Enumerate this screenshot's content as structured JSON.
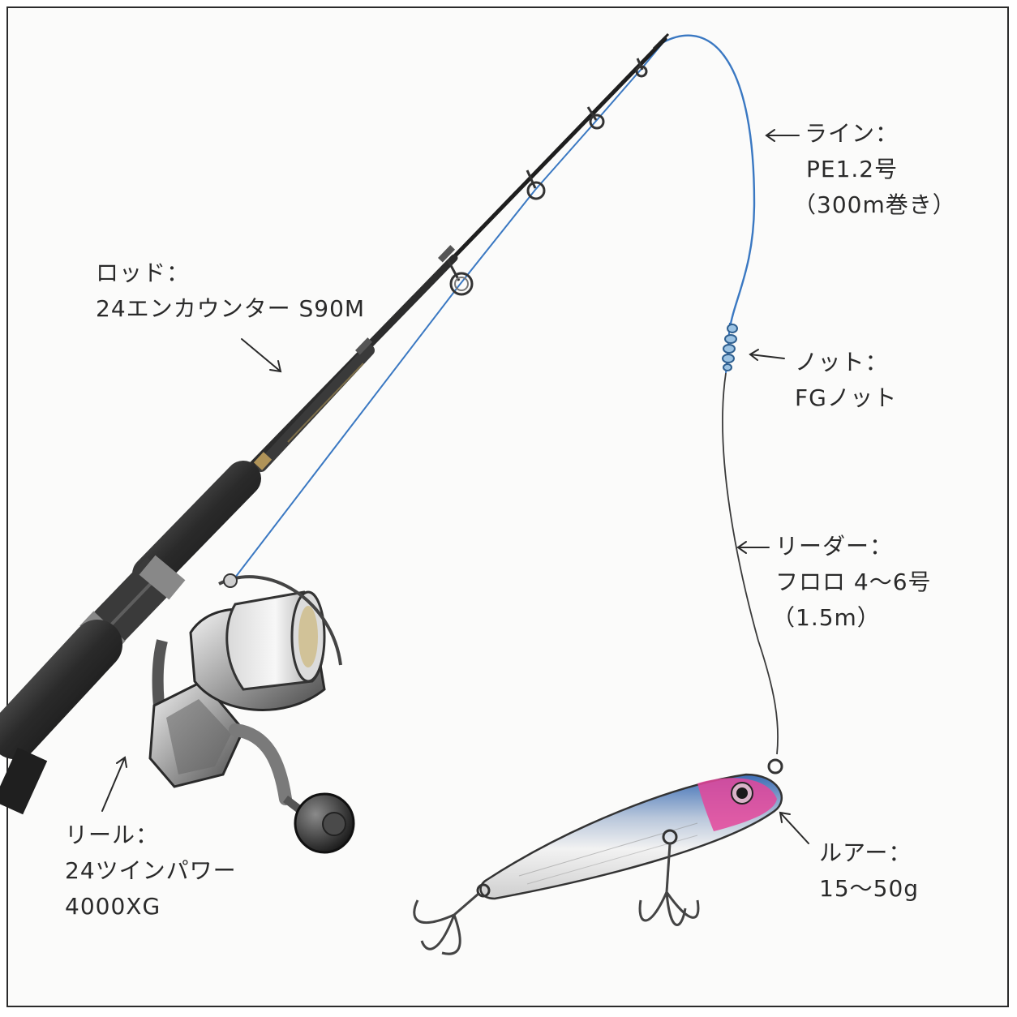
{
  "labels": {
    "line": {
      "title": "ライン：",
      "spec": "PE1.2号",
      "note": "（300m巻き）"
    },
    "rod": {
      "title": "ロッド：",
      "spec": "24エンカウンター S90M"
    },
    "knot": {
      "title": "ノット：",
      "spec": "FGノット"
    },
    "leader": {
      "title": "リーダー：",
      "spec": "フロロ 4～6号",
      "note": "（1.5m）"
    },
    "reel": {
      "title": "リール：",
      "spec": "24ツインパワー",
      "model": "4000XG"
    },
    "lure": {
      "title": "ルアー：",
      "spec": "15～50g"
    }
  },
  "colors": {
    "pe_line": "#3a78c2",
    "leader_line": "#3a3a3a",
    "lure_head": "#e4479b",
    "lure_back": "#3b6db5",
    "rod": "#2b2b2b"
  }
}
